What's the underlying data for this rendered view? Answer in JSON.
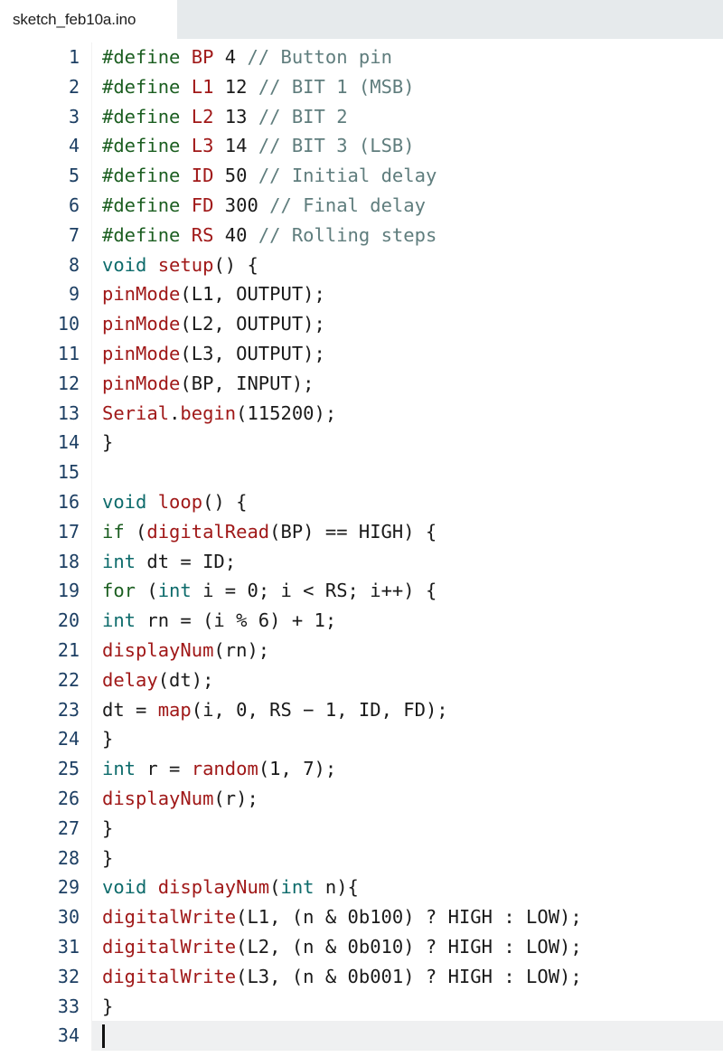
{
  "window": {
    "title": "sketch_feb10a.ino",
    "theme": {
      "background": "#ffffff",
      "tab_bar_background": "#e6eaec",
      "active_tab_background": "#ffffff",
      "gutter_text": "#1d3f63",
      "active_line_background": "#eff0f1",
      "caret": "#111111",
      "preprocessor": "#1b5e20",
      "macro": "#a01818",
      "comment": "#5f7d7d",
      "type": "#0d6b6b",
      "keyword": "#1b5e20",
      "function": "#a01818",
      "plain": "#1a1a1a"
    }
  },
  "tabs": [
    {
      "label": "sketch_feb10a.ino",
      "active": true
    }
  ],
  "editor": {
    "active_line": 34,
    "total_lines": 34,
    "lines": [
      {
        "n": 1,
        "tokens": [
          {
            "t": "pre",
            "s": "#define "
          },
          {
            "t": "macro",
            "s": "BP"
          },
          {
            "t": "plain",
            "s": " "
          },
          {
            "t": "num",
            "s": "4"
          },
          {
            "t": "plain",
            "s": " "
          },
          {
            "t": "com",
            "s": "// Button pin"
          }
        ]
      },
      {
        "n": 2,
        "tokens": [
          {
            "t": "pre",
            "s": "#define "
          },
          {
            "t": "macro",
            "s": "L1"
          },
          {
            "t": "plain",
            "s": " "
          },
          {
            "t": "num",
            "s": "12"
          },
          {
            "t": "plain",
            "s": " "
          },
          {
            "t": "com",
            "s": "// BIT 1 (MSB)"
          }
        ]
      },
      {
        "n": 3,
        "tokens": [
          {
            "t": "pre",
            "s": "#define "
          },
          {
            "t": "macro",
            "s": "L2"
          },
          {
            "t": "plain",
            "s": " "
          },
          {
            "t": "num",
            "s": "13"
          },
          {
            "t": "plain",
            "s": " "
          },
          {
            "t": "com",
            "s": "// BIT 2"
          }
        ]
      },
      {
        "n": 4,
        "tokens": [
          {
            "t": "pre",
            "s": "#define "
          },
          {
            "t": "macro",
            "s": "L3"
          },
          {
            "t": "plain",
            "s": " "
          },
          {
            "t": "num",
            "s": "14"
          },
          {
            "t": "plain",
            "s": " "
          },
          {
            "t": "com",
            "s": "// BIT 3 (LSB)"
          }
        ]
      },
      {
        "n": 5,
        "tokens": [
          {
            "t": "pre",
            "s": "#define "
          },
          {
            "t": "macro",
            "s": "ID"
          },
          {
            "t": "plain",
            "s": " "
          },
          {
            "t": "num",
            "s": "50"
          },
          {
            "t": "plain",
            "s": " "
          },
          {
            "t": "com",
            "s": "// Initial delay"
          }
        ]
      },
      {
        "n": 6,
        "tokens": [
          {
            "t": "pre",
            "s": "#define "
          },
          {
            "t": "macro",
            "s": "FD"
          },
          {
            "t": "plain",
            "s": " "
          },
          {
            "t": "num",
            "s": "300"
          },
          {
            "t": "plain",
            "s": " "
          },
          {
            "t": "com",
            "s": "// Final delay"
          }
        ]
      },
      {
        "n": 7,
        "tokens": [
          {
            "t": "pre",
            "s": "#define "
          },
          {
            "t": "macro",
            "s": "RS"
          },
          {
            "t": "plain",
            "s": " "
          },
          {
            "t": "num",
            "s": "40"
          },
          {
            "t": "plain",
            "s": " "
          },
          {
            "t": "com",
            "s": "// Rolling steps"
          }
        ]
      },
      {
        "n": 8,
        "tokens": [
          {
            "t": "type",
            "s": "void"
          },
          {
            "t": "plain",
            "s": " "
          },
          {
            "t": "fn",
            "s": "setup"
          },
          {
            "t": "plain",
            "s": "() {"
          }
        ]
      },
      {
        "n": 9,
        "tokens": [
          {
            "t": "fn",
            "s": "pinMode"
          },
          {
            "t": "plain",
            "s": "(L1, OUTPUT);"
          }
        ]
      },
      {
        "n": 10,
        "tokens": [
          {
            "t": "fn",
            "s": "pinMode"
          },
          {
            "t": "plain",
            "s": "(L2, OUTPUT);"
          }
        ]
      },
      {
        "n": 11,
        "tokens": [
          {
            "t": "fn",
            "s": "pinMode"
          },
          {
            "t": "plain",
            "s": "(L3, OUTPUT);"
          }
        ]
      },
      {
        "n": 12,
        "tokens": [
          {
            "t": "fn",
            "s": "pinMode"
          },
          {
            "t": "plain",
            "s": "(BP, INPUT);"
          }
        ]
      },
      {
        "n": 13,
        "tokens": [
          {
            "t": "fn",
            "s": "Serial"
          },
          {
            "t": "plain",
            "s": "."
          },
          {
            "t": "fn",
            "s": "begin"
          },
          {
            "t": "plain",
            "s": "("
          },
          {
            "t": "num",
            "s": "115200"
          },
          {
            "t": "plain",
            "s": ");"
          }
        ]
      },
      {
        "n": 14,
        "tokens": [
          {
            "t": "plain",
            "s": "}"
          }
        ]
      },
      {
        "n": 15,
        "tokens": [
          {
            "t": "plain",
            "s": ""
          }
        ]
      },
      {
        "n": 16,
        "tokens": [
          {
            "t": "type",
            "s": "void"
          },
          {
            "t": "plain",
            "s": " "
          },
          {
            "t": "fn",
            "s": "loop"
          },
          {
            "t": "plain",
            "s": "() {"
          }
        ]
      },
      {
        "n": 17,
        "tokens": [
          {
            "t": "kw",
            "s": "if"
          },
          {
            "t": "plain",
            "s": " ("
          },
          {
            "t": "fn",
            "s": "digitalRead"
          },
          {
            "t": "plain",
            "s": "(BP) == HIGH) {"
          }
        ]
      },
      {
        "n": 18,
        "tokens": [
          {
            "t": "type",
            "s": "int"
          },
          {
            "t": "plain",
            "s": " dt = ID;"
          }
        ]
      },
      {
        "n": 19,
        "tokens": [
          {
            "t": "kw",
            "s": "for"
          },
          {
            "t": "plain",
            "s": " ("
          },
          {
            "t": "type",
            "s": "int"
          },
          {
            "t": "plain",
            "s": " i = "
          },
          {
            "t": "num",
            "s": "0"
          },
          {
            "t": "plain",
            "s": "; i < RS; i++) {"
          }
        ]
      },
      {
        "n": 20,
        "tokens": [
          {
            "t": "type",
            "s": "int"
          },
          {
            "t": "plain",
            "s": " rn = (i % "
          },
          {
            "t": "num",
            "s": "6"
          },
          {
            "t": "plain",
            "s": ") + "
          },
          {
            "t": "num",
            "s": "1"
          },
          {
            "t": "plain",
            "s": ";"
          }
        ]
      },
      {
        "n": 21,
        "tokens": [
          {
            "t": "fn",
            "s": "displayNum"
          },
          {
            "t": "plain",
            "s": "(rn);"
          }
        ]
      },
      {
        "n": 22,
        "tokens": [
          {
            "t": "fn",
            "s": "delay"
          },
          {
            "t": "plain",
            "s": "(dt);"
          }
        ]
      },
      {
        "n": 23,
        "tokens": [
          {
            "t": "plain",
            "s": "dt = "
          },
          {
            "t": "fn",
            "s": "map"
          },
          {
            "t": "plain",
            "s": "(i, "
          },
          {
            "t": "num",
            "s": "0"
          },
          {
            "t": "plain",
            "s": ", RS − "
          },
          {
            "t": "num",
            "s": "1"
          },
          {
            "t": "plain",
            "s": ", ID, FD);"
          }
        ]
      },
      {
        "n": 24,
        "tokens": [
          {
            "t": "plain",
            "s": "}"
          }
        ]
      },
      {
        "n": 25,
        "tokens": [
          {
            "t": "type",
            "s": "int"
          },
          {
            "t": "plain",
            "s": " r = "
          },
          {
            "t": "fn",
            "s": "random"
          },
          {
            "t": "plain",
            "s": "("
          },
          {
            "t": "num",
            "s": "1"
          },
          {
            "t": "plain",
            "s": ", "
          },
          {
            "t": "num",
            "s": "7"
          },
          {
            "t": "plain",
            "s": ");"
          }
        ]
      },
      {
        "n": 26,
        "tokens": [
          {
            "t": "fn",
            "s": "displayNum"
          },
          {
            "t": "plain",
            "s": "(r);"
          }
        ]
      },
      {
        "n": 27,
        "tokens": [
          {
            "t": "plain",
            "s": "}"
          }
        ]
      },
      {
        "n": 28,
        "tokens": [
          {
            "t": "plain",
            "s": "}"
          }
        ]
      },
      {
        "n": 29,
        "tokens": [
          {
            "t": "type",
            "s": "void"
          },
          {
            "t": "plain",
            "s": " "
          },
          {
            "t": "fn",
            "s": "displayNum"
          },
          {
            "t": "plain",
            "s": "("
          },
          {
            "t": "type",
            "s": "int"
          },
          {
            "t": "plain",
            "s": " n){"
          }
        ]
      },
      {
        "n": 30,
        "tokens": [
          {
            "t": "fn",
            "s": "digitalWrite"
          },
          {
            "t": "plain",
            "s": "(L1, (n & "
          },
          {
            "t": "num",
            "s": "0b100"
          },
          {
            "t": "plain",
            "s": ") ? HIGH : LOW);"
          }
        ]
      },
      {
        "n": 31,
        "tokens": [
          {
            "t": "fn",
            "s": "digitalWrite"
          },
          {
            "t": "plain",
            "s": "(L2, (n & "
          },
          {
            "t": "num",
            "s": "0b010"
          },
          {
            "t": "plain",
            "s": ") ? HIGH : LOW);"
          }
        ]
      },
      {
        "n": 32,
        "tokens": [
          {
            "t": "fn",
            "s": "digitalWrite"
          },
          {
            "t": "plain",
            "s": "(L3, (n & "
          },
          {
            "t": "num",
            "s": "0b001"
          },
          {
            "t": "plain",
            "s": ") ? HIGH : LOW);"
          }
        ]
      },
      {
        "n": 33,
        "tokens": [
          {
            "t": "plain",
            "s": "}"
          }
        ]
      },
      {
        "n": 34,
        "tokens": [
          {
            "t": "plain",
            "s": ""
          }
        ]
      }
    ]
  }
}
